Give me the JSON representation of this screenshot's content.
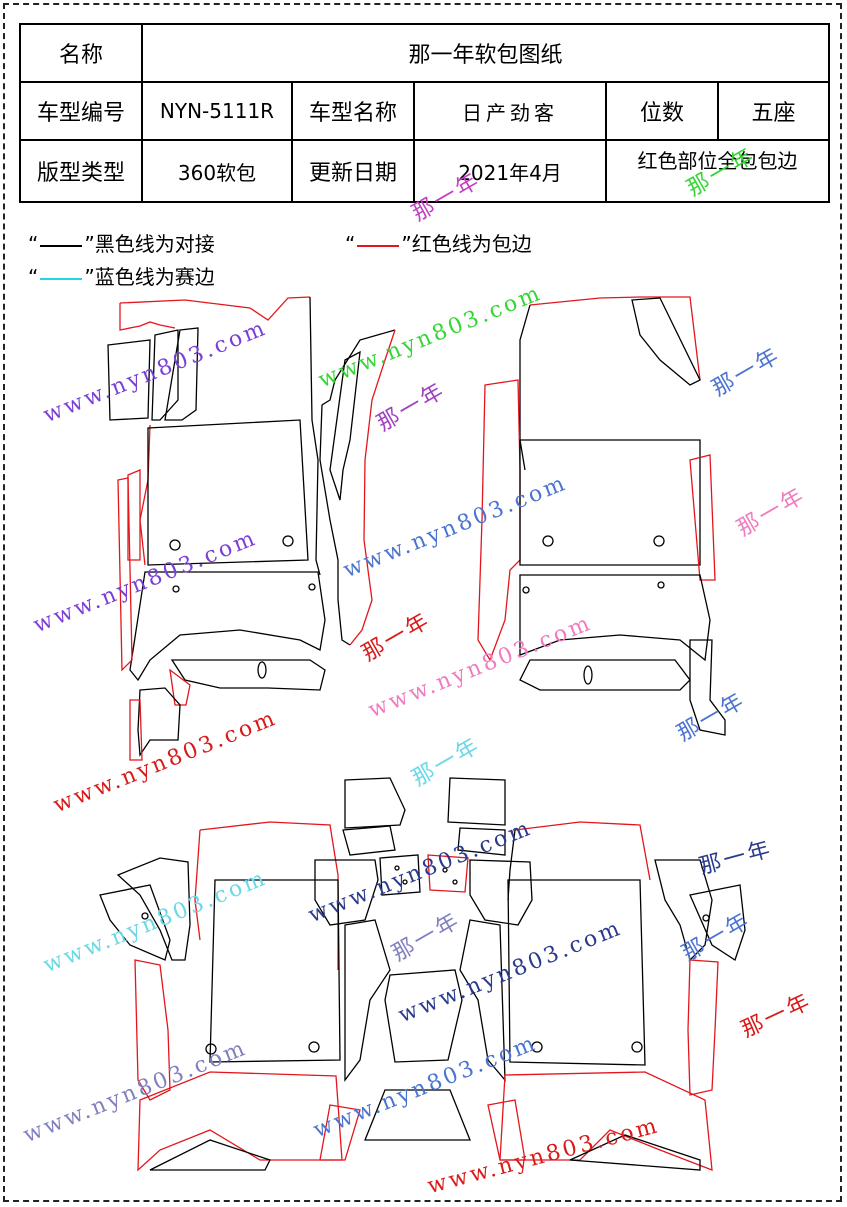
{
  "table": {
    "r1": {
      "label": "名称",
      "value": "那一年软包图纸"
    },
    "r2": {
      "label": "车型编号",
      "code": "NYN-5111R",
      "name_label": "车型名称",
      "name": "日产劲客",
      "seats_label": "位数",
      "seats": "五座"
    },
    "r3": {
      "label": "版型类型",
      "type": "360软包",
      "date_label": "更新日期",
      "date": "2021年4月",
      "note": "红色部位全包包边"
    }
  },
  "legend": {
    "black": {
      "open": "“",
      "close": "”黑色线为对接",
      "color": "#000000"
    },
    "red": {
      "open": "“",
      "close": "”红色线为包边",
      "color": "#e3161c"
    },
    "cyan": {
      "open": "“",
      "close": "”蓝色线为赛边",
      "color": "#24d4e8"
    }
  },
  "watermarks": {
    "url": "www.nyn803.com",
    "brand": "那一年"
  },
  "colors": {
    "seam": "#000000",
    "edge": "#e3161c",
    "wm_purple": "#7a3fd6",
    "wm_pink": "#f07bbf",
    "wm_blue": "#4a74d0",
    "wm_navy": "#2a3a8c",
    "wm_cyan": "#6ad8e8",
    "wm_green": "#33d633",
    "wm_red": "#d81a1a",
    "wm_gray": "#8080c0"
  }
}
